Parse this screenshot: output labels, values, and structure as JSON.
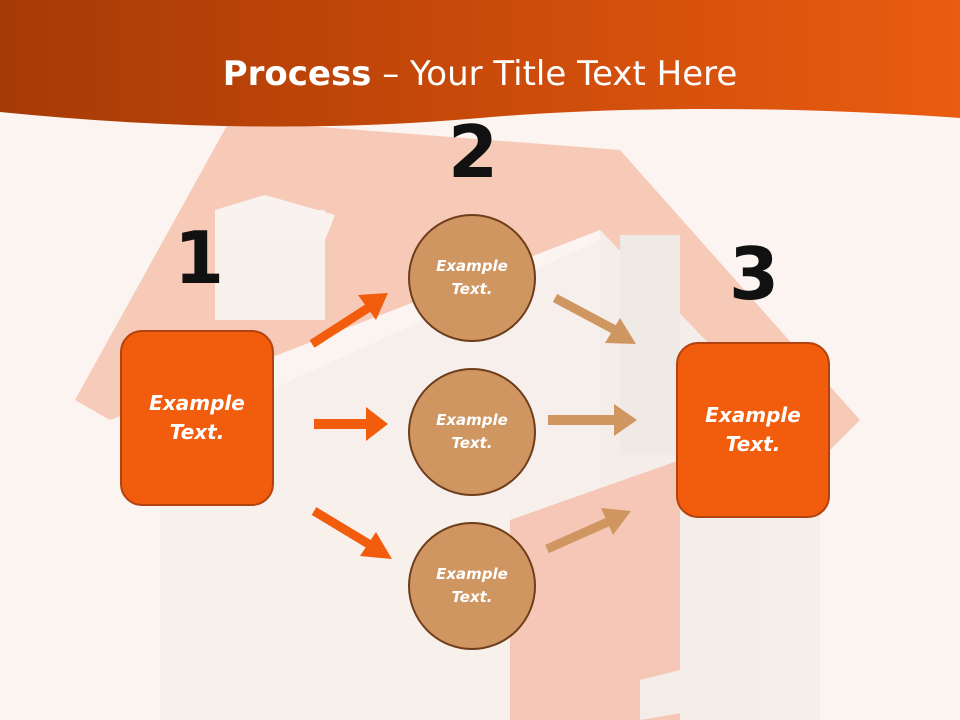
{
  "title": {
    "bold": "Process",
    "rest": " – Your Title Text Here"
  },
  "steps": [
    {
      "number": "1",
      "text": "Example\nText."
    },
    {
      "number": "2",
      "items": [
        "Example\nText.",
        "Example\nText.",
        "Example\nText."
      ]
    },
    {
      "number": "3",
      "text": "Example\nText."
    }
  ],
  "colors": {
    "header": "#e85a10",
    "box_fill": "#f25c0d",
    "circle_fill": "#cf9661",
    "arrow_left": "#f25c0d",
    "arrow_right": "#cf9661"
  }
}
